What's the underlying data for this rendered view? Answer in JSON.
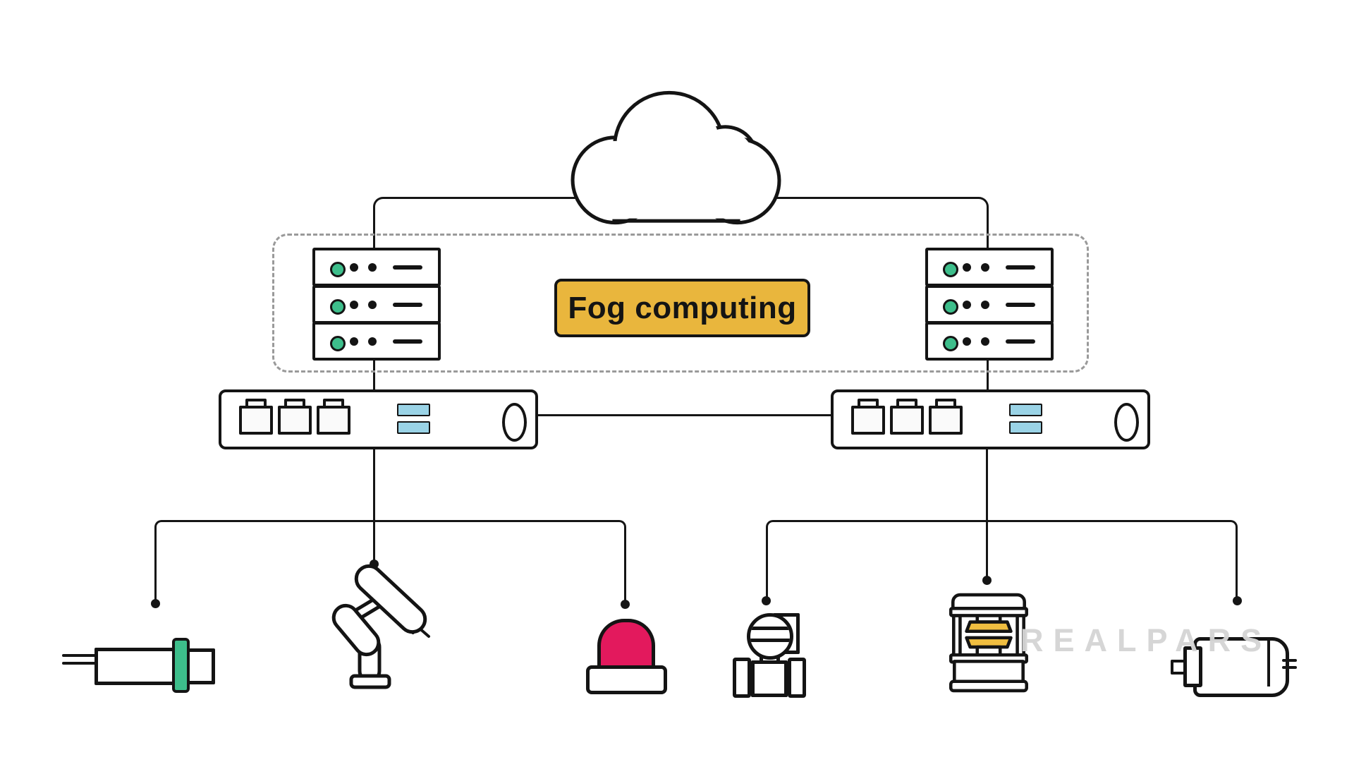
{
  "fog_layer": {
    "label": "Fog computing"
  },
  "watermark": {
    "text": "REALPARS"
  },
  "colors": {
    "accent_yellow": "#E9B63D",
    "die_yellow": "#F0BE40",
    "led_green": "#3DBE8B",
    "bar_blue": "#9AD3E6",
    "siren_red": "#E3195D",
    "line_black": "#151515",
    "dash_gray": "#9a9a9a",
    "watermark_gray": "#d5d5d5"
  },
  "structure": {
    "cloud": "cloud",
    "server_stacks": [
      {
        "side": "left",
        "units": 3
      },
      {
        "side": "right",
        "units": 3
      }
    ],
    "switches": [
      {
        "side": "left",
        "ports": 3
      },
      {
        "side": "right",
        "ports": 3
      }
    ],
    "devices": [
      {
        "name": "proximity-sensor"
      },
      {
        "name": "robot-arm"
      },
      {
        "name": "alarm-siren"
      },
      {
        "name": "flow-transmitter"
      },
      {
        "name": "press-machine"
      },
      {
        "name": "electric-motor"
      }
    ]
  }
}
